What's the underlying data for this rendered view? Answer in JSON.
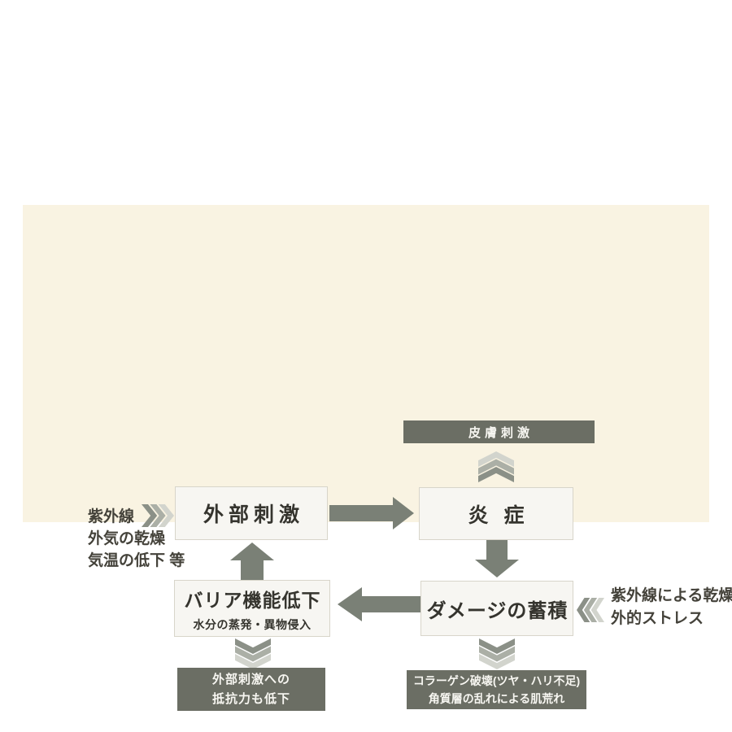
{
  "diagram": {
    "boxes": {
      "external_stimuli": {
        "title": "外部刺激"
      },
      "inflammation": {
        "title": "炎 症"
      },
      "barrier_decline": {
        "title": "バリア機能低下",
        "subtitle": "水分の蒸発・異物侵入"
      },
      "damage_accumulation": {
        "title": "ダメージの蓄積"
      }
    },
    "dark_labels": {
      "skin_stimulus": {
        "text": "皮膚刺激"
      },
      "lowered_resistance": {
        "line1": "外部刺激への",
        "line2": "抵抗力も低下"
      },
      "collagen_damage": {
        "line1": "コラーゲン破壊(ツヤ・ハリ不足)",
        "line2": "角質層の乱れによる肌荒れ"
      }
    },
    "side_notes": {
      "left": {
        "line1": "紫外線",
        "line2": "外気の乾燥",
        "line3": "気温の低下 等"
      },
      "right": {
        "line1": "紫外線による乾燥",
        "line2": "外的ストレス"
      }
    },
    "colors": {
      "page_background": "#ffffff",
      "panel_background": "#f9f3e2",
      "box_background": "#f7f6f2",
      "box_border": "#d8d5ca",
      "dark_label_background": "#6b6e64",
      "dark_label_text": "#f7f6f1",
      "arrow": "#7a8076",
      "chevron_dark": "#8b9087",
      "chevron_medium": "#abafa6",
      "chevron_light": "#d2d4cd",
      "title_text": "#35342e",
      "note_text": "#44423a"
    }
  }
}
